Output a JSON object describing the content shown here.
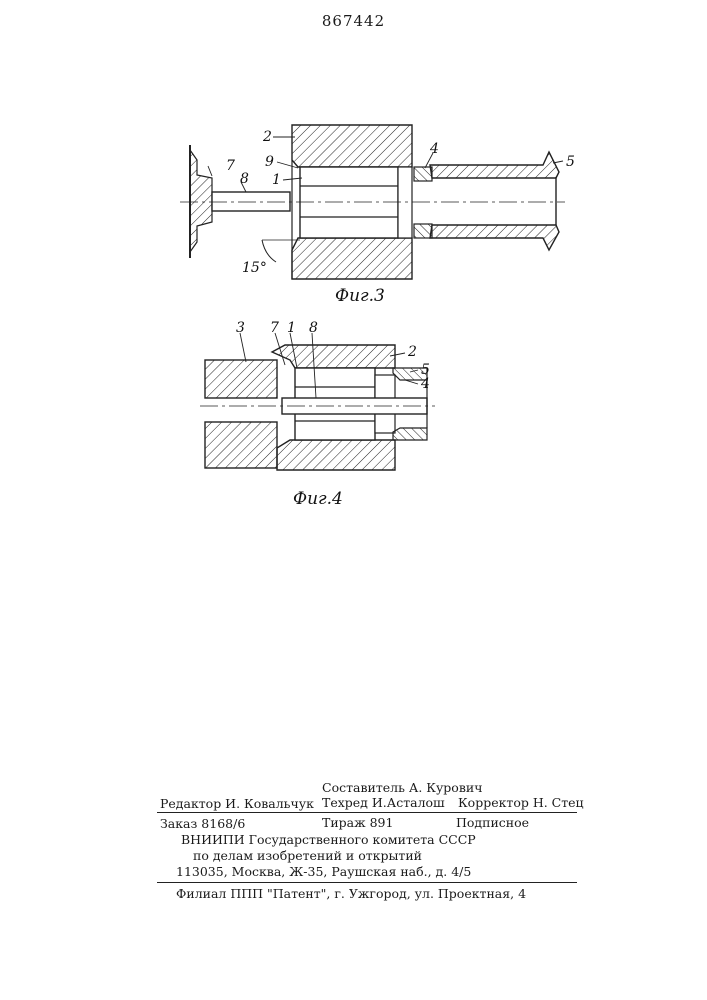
{
  "header": {
    "patent_number": "867442"
  },
  "figure3": {
    "caption": "Фиг.3",
    "labels": {
      "l2": "2",
      "l9": "9",
      "l7": "7",
      "l8": "8",
      "l1": "1",
      "l4": "4",
      "l5": "5",
      "angle": "15°"
    }
  },
  "figure4": {
    "caption": "Фиг.4",
    "labels": {
      "l3": "3",
      "l7": "7",
      "l1": "1",
      "l8": "8",
      "l2": "2",
      "l5": "5",
      "l4": "4"
    }
  },
  "footer": {
    "compiler": "Составитель А. Курович",
    "editor": "Редактор И. Ковальчук",
    "techred": "Техред И.Асталош",
    "corrector": "Корректор Н. Стец",
    "order": "Заказ 8168/6",
    "circulation": "Тираж 891",
    "subscription": "Подписное",
    "org_line1": "ВНИИПИ Государственного комитета СССР",
    "org_line2": "по делам изобретений и открытий",
    "address": "113035, Москва, Ж-35, Раушская наб., д. 4/5",
    "branch": "Филиал ППП \"Патент\", г. Ужгород, ул. Проектная, 4"
  }
}
